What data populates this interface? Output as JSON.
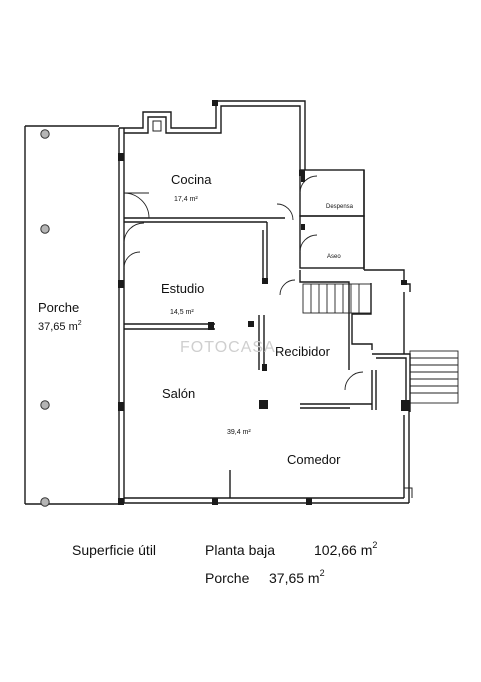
{
  "rooms": {
    "cocina": {
      "name": "Cocina",
      "area": "17,4 m²"
    },
    "despensa": {
      "name": "Despensa"
    },
    "aseo": {
      "name": "Aseo"
    },
    "estudio": {
      "name": "Estudio",
      "area": "14,5 m²"
    },
    "porche": {
      "name": "Porche",
      "area_value": "37,65 m",
      "area_exp": "2"
    },
    "recibidor": {
      "name": "Recibidor"
    },
    "salon": {
      "name": "Salón",
      "area": "39,4 m²"
    },
    "comedor": {
      "name": "Comedor"
    }
  },
  "watermark": "FOTOCASA",
  "summary": {
    "label": "Superficie útil",
    "floor_label": "Planta baja",
    "floor_value": "102,66 m",
    "floor_exp": "2",
    "porch_label": "Porche",
    "porch_value": "37,65 m",
    "porch_exp": "2"
  }
}
